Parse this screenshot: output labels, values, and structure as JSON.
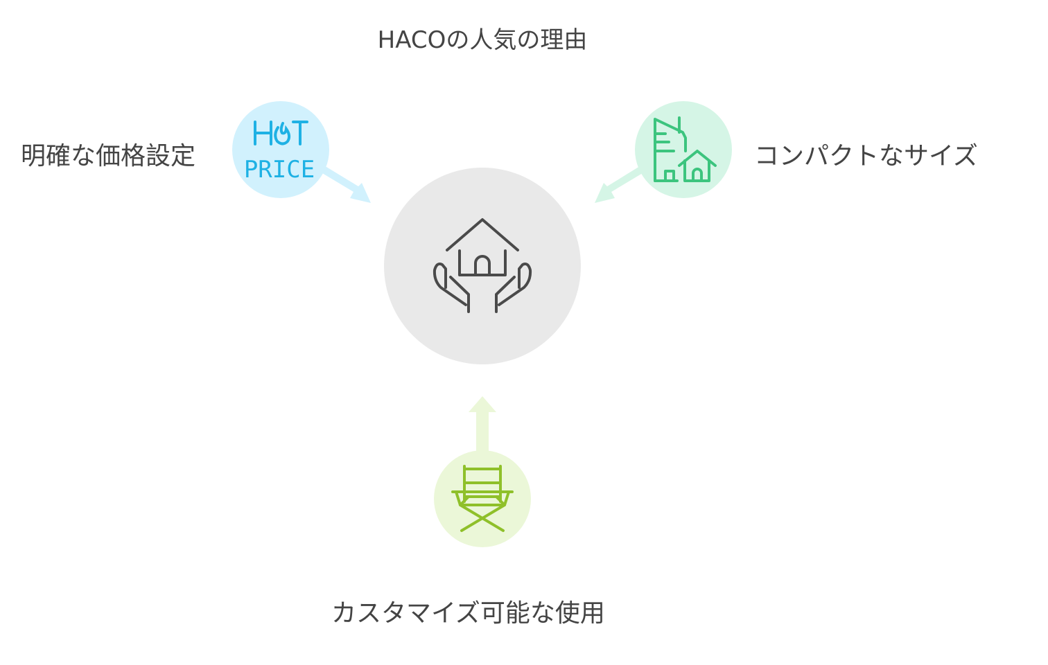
{
  "title": "HACOの人気の理由",
  "center": {
    "icon": "house-in-hands-icon",
    "color": "#e9e9e9"
  },
  "factors": [
    {
      "label": "明確な価格設定",
      "icon": "hot-price-icon",
      "icon_text_1": "H",
      "icon_text_2": "T",
      "icon_text_3": "PRICE",
      "color": "#d1f1fd",
      "stroke": "#1eb1e4"
    },
    {
      "label": "コンパクトなサイズ",
      "icon": "buildings-house-icon",
      "color": "#d5f5e6",
      "stroke": "#3cc47e"
    },
    {
      "label": "カスタマイズ可能な使用",
      "icon": "directors-chair-icon",
      "color": "#ebf7d8",
      "stroke": "#8fc02a"
    }
  ]
}
